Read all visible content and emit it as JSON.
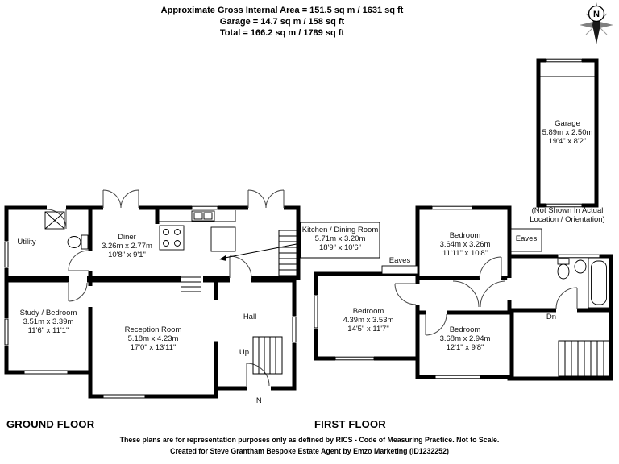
{
  "header": {
    "line1": "Approximate Gross Internal Area = 151.5 sq m / 1631 sq ft",
    "line2": "Garage = 14.7 sq m / 158 sq ft",
    "line3": "Total = 166.2 sq m / 1789 sq ft"
  },
  "compass": {
    "north": "N"
  },
  "garage": {
    "name": "Garage",
    "metric": "5.89m x 2.50m",
    "imperial": "19'4\" x 8'2\"",
    "note1": "(Not Shown In Actual",
    "note2": "Location / Orientation)"
  },
  "ground_floor": {
    "title": "GROUND FLOOR",
    "utility": {
      "name": "Utility"
    },
    "diner": {
      "name": "Diner",
      "metric": "3.26m x 2.77m",
      "imperial": "10'8\" x 9'1\""
    },
    "kitchen": {
      "name": "Kitchen / Dining Room",
      "metric": "5.71m x 3.20m",
      "imperial": "18'9\" x 10'6\""
    },
    "study": {
      "name": "Study / Bedroom",
      "metric": "3.51m x 3.39m",
      "imperial": "11'6\" x 11'1\""
    },
    "reception": {
      "name": "Reception Room",
      "metric": "5.18m x 4.23m",
      "imperial": "17'0\" x 13'11\""
    },
    "hall": {
      "name": "Hall"
    },
    "up": "Up",
    "in": "IN"
  },
  "first_floor": {
    "title": "FIRST FLOOR",
    "bedroom_top": {
      "name": "Bedroom",
      "metric": "3.64m x 3.26m",
      "imperial": "11'11\" x 10'8\""
    },
    "bedroom_middle": {
      "name": "Bedroom",
      "metric": "4.39m x 3.53m",
      "imperial": "14'5\" x 11'7\""
    },
    "bedroom_bottom": {
      "name": "Bedroom",
      "metric": "3.68m x 2.94m",
      "imperial": "12'1\" x 9'8\""
    },
    "eaves_left": "Eaves",
    "eaves_right": "Eaves",
    "dn": "Dn"
  },
  "footer": {
    "line1": "These plans are for representation purposes only as defined by RICS - Code of Measuring Practice. Not to Scale.",
    "line2": "Created for Steve Grantham Bespoke Estate Agent by Emzo Marketing (ID1232252)"
  }
}
